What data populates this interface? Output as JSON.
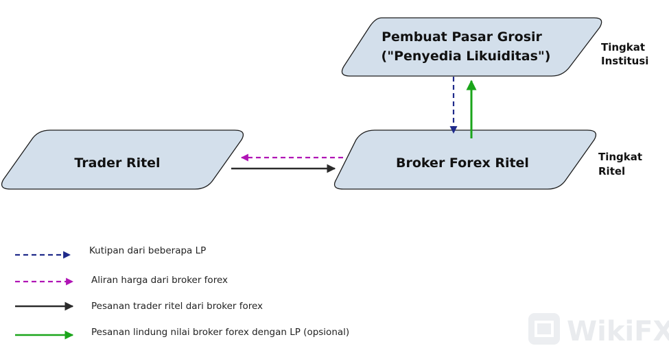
{
  "nodes": {
    "wholesale": {
      "line1": "Pembuat Pasar Grosir",
      "line2": "(\"Penyedia Likuiditas\")"
    },
    "retail_trader": {
      "label": "Trader Ritel"
    },
    "retail_broker": {
      "label": "Broker Forex Ritel"
    }
  },
  "levels": {
    "institution": {
      "line1": "Tingkat",
      "line2": "Institusi"
    },
    "retail": {
      "line1": "Tingkat",
      "line2": "Ritel"
    }
  },
  "legend": [
    {
      "label": "Kutipan dari beberapa LP",
      "color": "#1f2a8a",
      "style": "dashed"
    },
    {
      "label": "Aliran harga dari broker forex",
      "color": "#b014b5",
      "style": "dashed"
    },
    {
      "label": "Pesanan trader ritel dari broker forex",
      "color": "#2b2b2b",
      "style": "solid"
    },
    {
      "label": "Pesanan lindung nilai broker forex dengan LP (opsional)",
      "color": "#1aa51a",
      "style": "solid"
    }
  ],
  "colors": {
    "shape_fill": "#d3dfeb",
    "shape_stroke": "#1c1c1c"
  },
  "watermark": {
    "text": "WikiFX",
    "icon": "wikifx-logo-icon"
  }
}
